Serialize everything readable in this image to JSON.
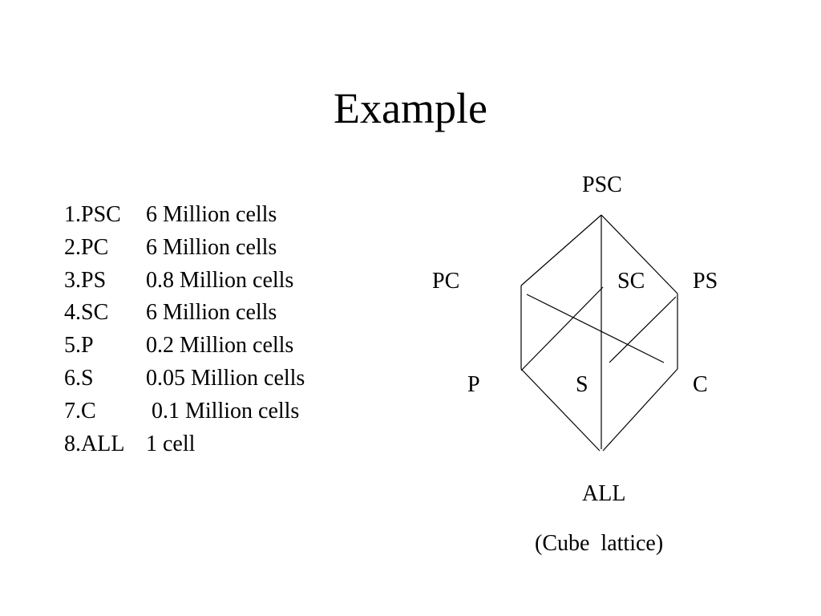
{
  "title": "Example",
  "cells": [
    {
      "label": "1.PSC",
      "value": "6 Million cells"
    },
    {
      "label": "2.PC",
      "value": "6 Million cells"
    },
    {
      "label": "3.PS",
      "value": "0.8 Million cells"
    },
    {
      "label": "4.SC",
      "value": "6 Million cells"
    },
    {
      "label": "5.P",
      "value": "0.2 Million cells"
    },
    {
      "label": "6.S",
      "value": "0.05 Million cells"
    },
    {
      "label": "7.C",
      "value": " 0.1 Million cells"
    },
    {
      "label": "8.ALL",
      "value": "1 cell"
    }
  ],
  "lattice": {
    "nodes": {
      "psc": "PSC",
      "pc": "PC",
      "sc": "SC",
      "ps": "PS",
      "p": "P",
      "s": "S",
      "c": "C",
      "all": "ALL"
    },
    "caption": "(Cube  lattice)"
  }
}
